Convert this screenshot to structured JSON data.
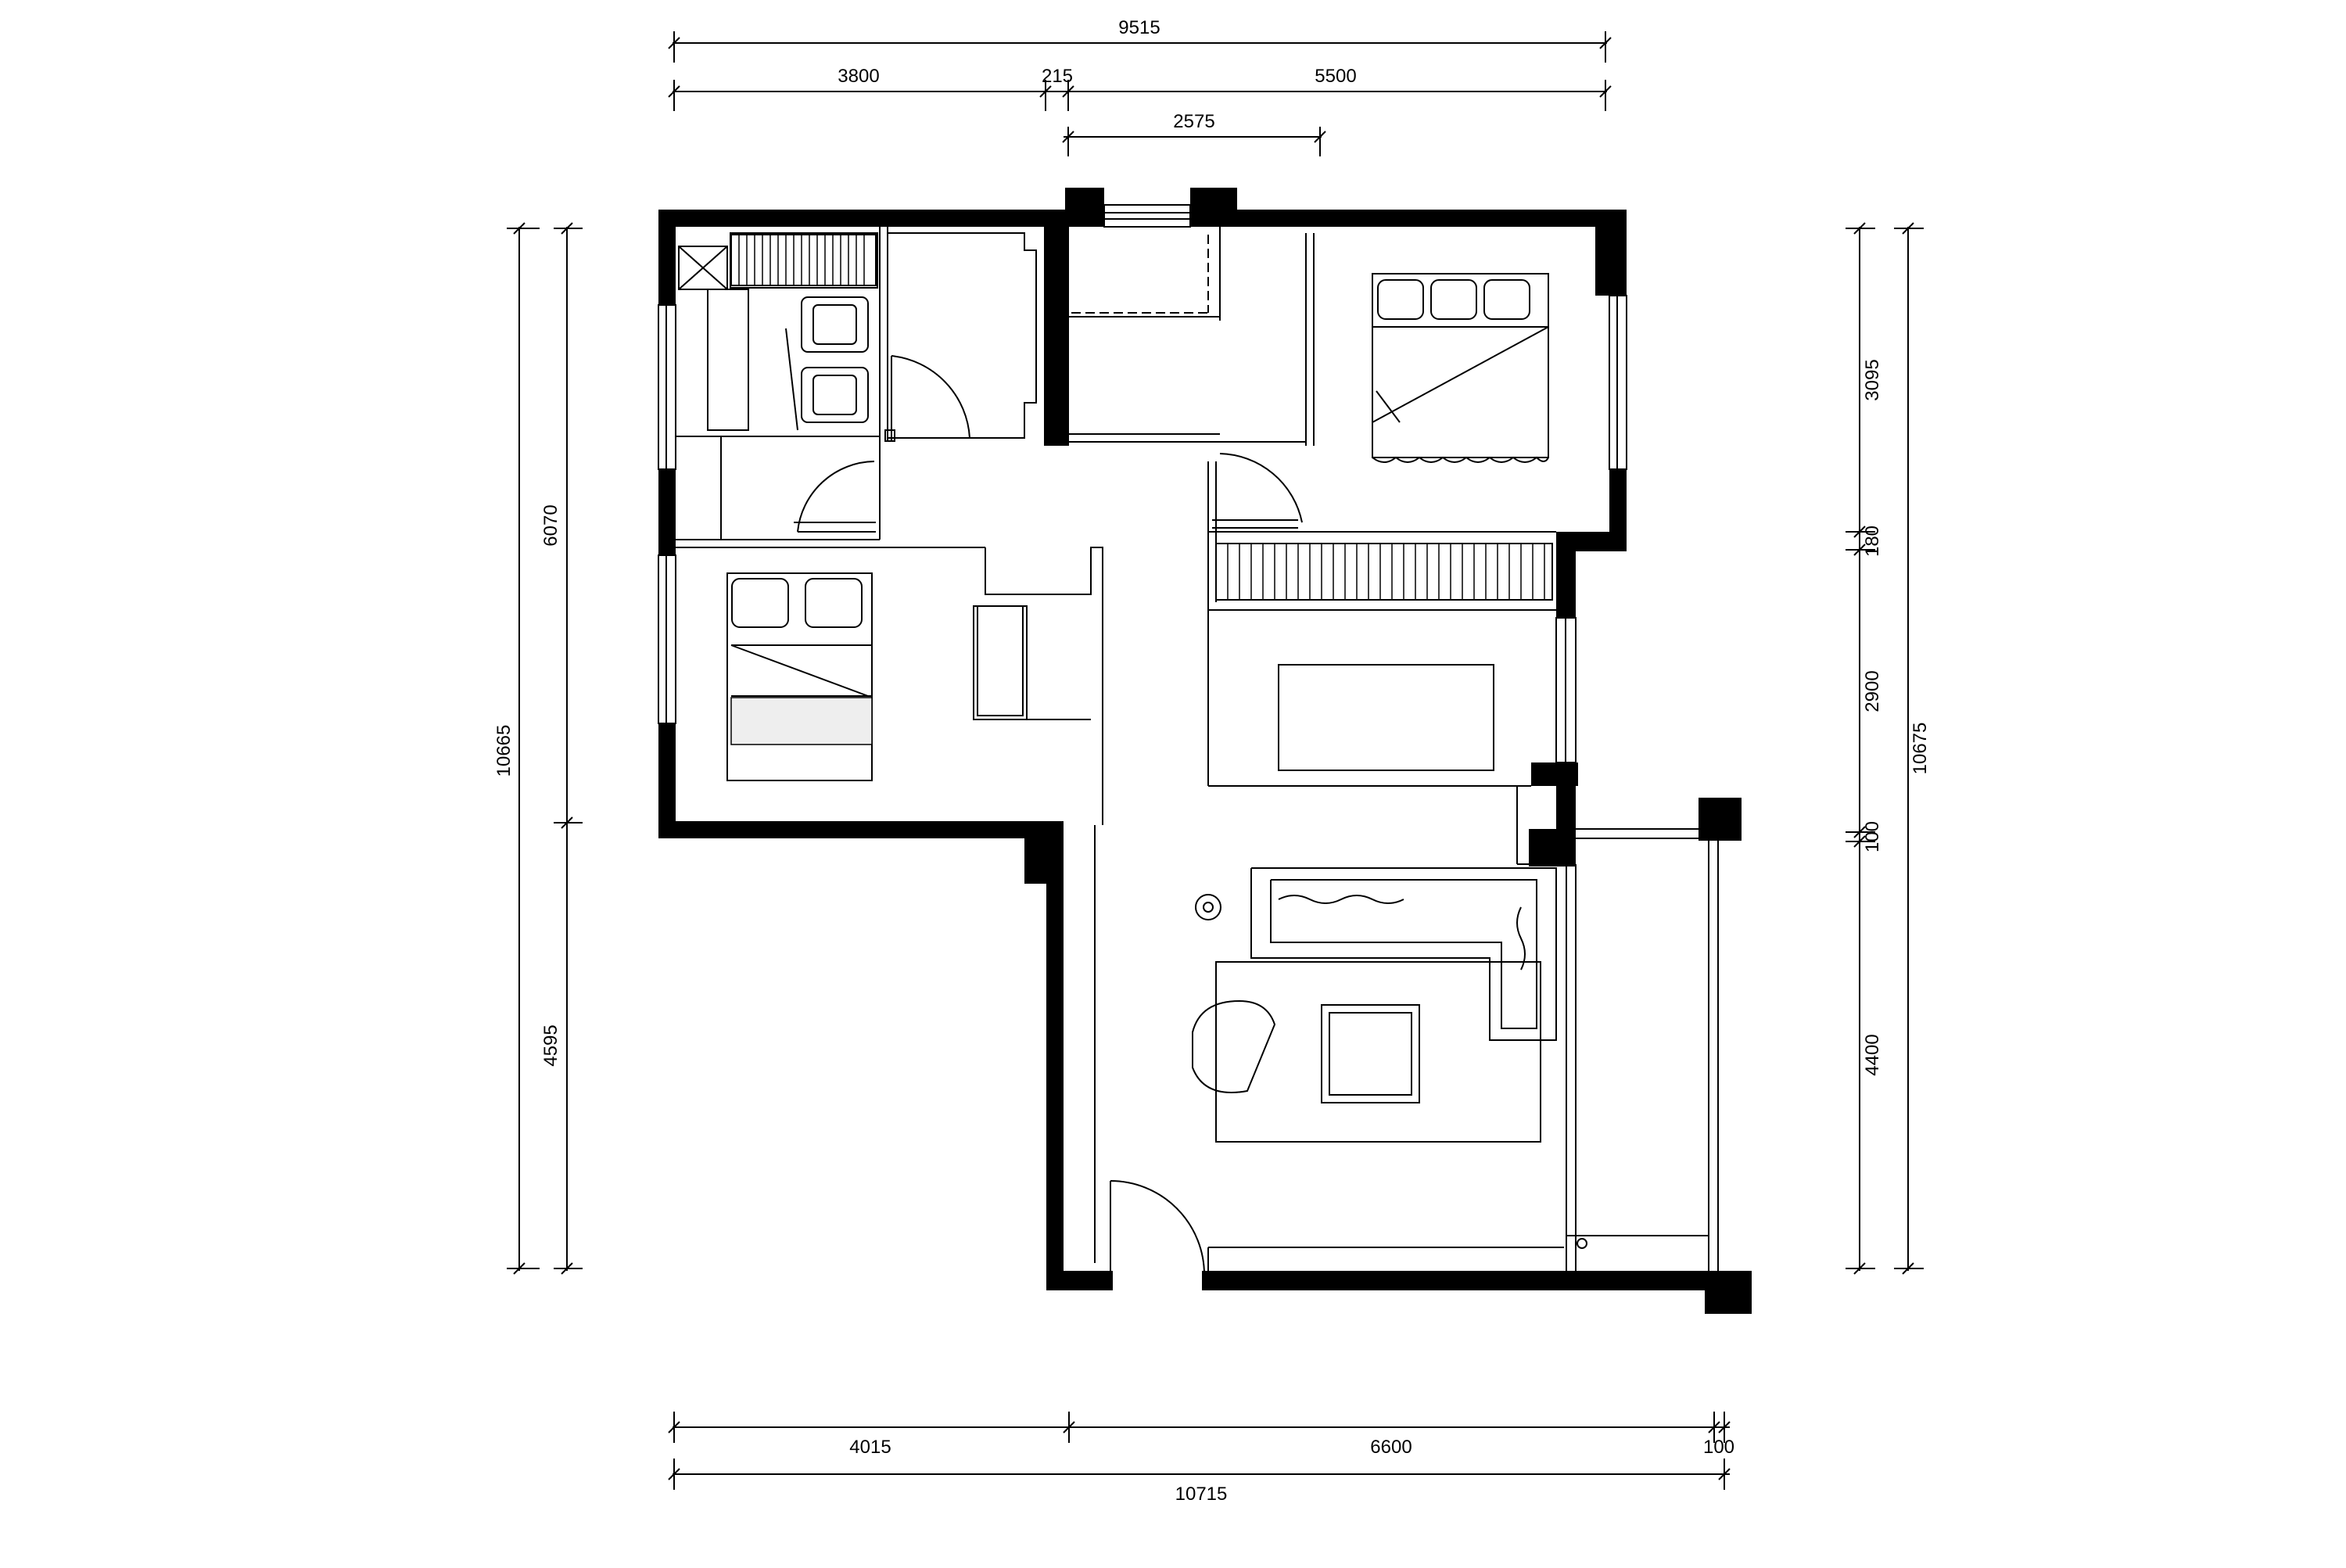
{
  "dimensions": {
    "top": {
      "overall": "9515",
      "left_segment": "3800",
      "middle_segment": "215",
      "right_segment": "5500",
      "opening": "2575"
    },
    "bottom": {
      "left_segment": "4015",
      "middle_segment": "6600",
      "right_segment": "100",
      "overall": "10715"
    },
    "left": {
      "overall": "10665",
      "upper": "6070",
      "lower": "4595"
    },
    "right": {
      "overall": "10675",
      "seg1": "3095",
      "seg2": "180",
      "seg3": "2900",
      "seg4": "100",
      "seg5": "4400"
    }
  }
}
